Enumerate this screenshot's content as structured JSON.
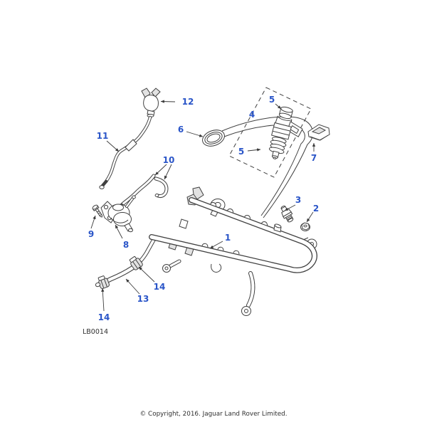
{
  "diagram": {
    "code": "LB0014",
    "copyright": "© Copyright, 2016. Jaguar Land Rover Limited.",
    "label_color": "#2a55c8",
    "line_color": "#404040",
    "callouts": {
      "c1": "1",
      "c2": "2",
      "c3": "3",
      "c4": "4",
      "c5_top": "5",
      "c5_bottom": "5",
      "c6": "6",
      "c7": "7",
      "c8": "8",
      "c9": "9",
      "c10": "10",
      "c11": "11",
      "c12": "12",
      "c13": "13",
      "c14_right": "14",
      "c14_bottom": "14"
    }
  }
}
